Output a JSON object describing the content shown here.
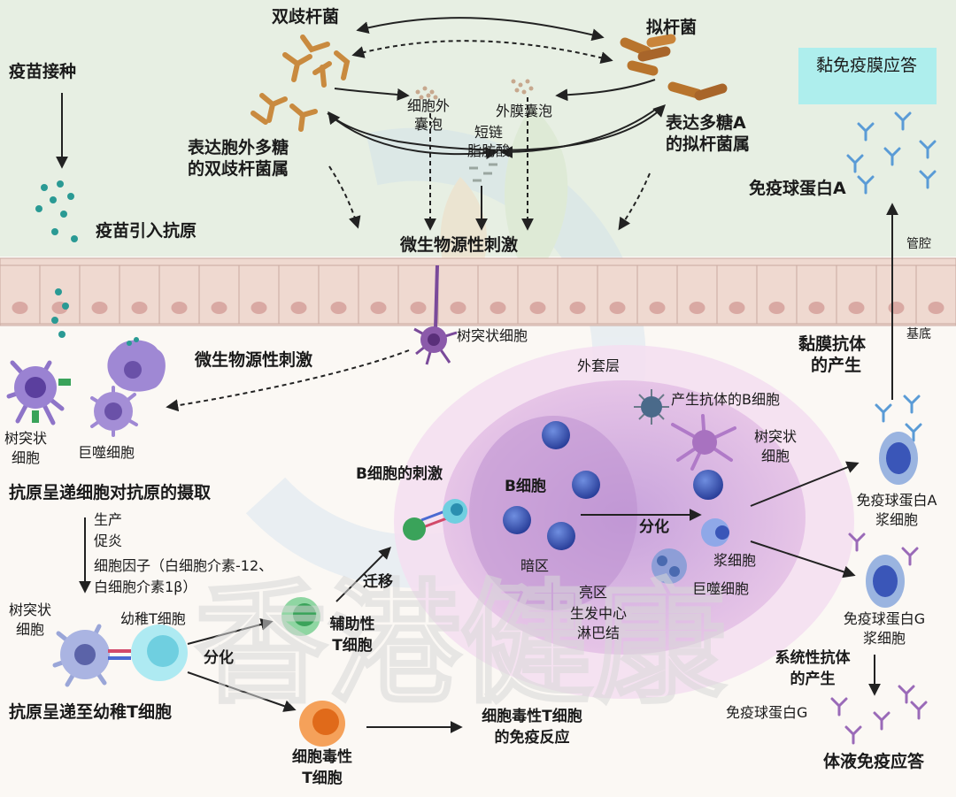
{
  "title_box": "黏免疫膜应答",
  "watermark": "香港健康",
  "labels": {
    "bifido": "双歧杆菌",
    "bacteroides": "拟杆菌",
    "vaccination": "疫苗接种",
    "vaccine_antigen": "疫苗引入抗原",
    "bifido_extra_1": "表达胞外多糖",
    "bifido_extra_2": "的双歧杆菌属",
    "ves_1": "细胞外",
    "ves_2": "囊泡",
    "omv": "外膜囊泡",
    "scfa_1": "短链",
    "scfa_2": "脂肪酸",
    "bact_a_1": "表达多糖A",
    "bact_a_2": "的拟杆菌属",
    "iga_top": "免疫球蛋白A",
    "lumen": "管腔",
    "microbial_top": "微生物源性刺激",
    "dendritic_center": "树突状细胞",
    "basal": "基底",
    "mucosal_ab_1": "黏膜抗体",
    "mucosal_ab_2": "的产生",
    "microbial_left": "微生物源性刺激",
    "mantle": "外套层",
    "ab_b_cell": "产生抗体的B细胞",
    "dc_left_1": "树突状",
    "dc_left_2": "细胞",
    "macrophage_left": "巨噬细胞",
    "dc_node_1": "树突状",
    "dc_node_2": "细胞",
    "apc_uptake": "抗原呈递细胞对抗原的摄取",
    "b_stim": "B细胞的刺激",
    "b_cell": "B细胞",
    "iga_plasma_1": "免疫球蛋白A",
    "iga_plasma_2": "浆细胞",
    "produce": "生产",
    "promote": "促炎",
    "cytokine_1": "细胞因子（白细胞介素-12、",
    "cytokine_2": "白细胞介素1β）",
    "differentiate_mid": "分化",
    "dark_zone": "暗区",
    "plasma_cell": "浆细胞",
    "macrophage_node": "巨噬细胞",
    "igg_plasma_1": "免疫球蛋白G",
    "igg_plasma_2": "浆细胞",
    "migrate": "迁移",
    "dc_bottom_1": "树突状",
    "dc_bottom_2": "细胞",
    "naive_t": "幼稚T细胞",
    "helper_t_1": "辅助性",
    "helper_t_2": "T细胞",
    "light_zone": "亮区",
    "germinal": "生发中心",
    "lymph_node": "淋巴结",
    "differentiate_left": "分化",
    "systemic_1": "系统性抗体",
    "systemic_2": "的产生",
    "igg": "免疫球蛋白G",
    "apc_to_t": "抗原呈递至幼稚T细胞",
    "ctl_resp_1": "细胞毒性T细胞",
    "ctl_resp_2": "的免疫反应",
    "ctl_1": "细胞毒性",
    "ctl_2": "T细胞",
    "humoral": "体液免疫应答"
  },
  "colors": {
    "top_bg": "#e6efe2",
    "epithelium": "#efd9d0",
    "nucleus": "#d9a9a3",
    "lymph_outer": "#f1dcef",
    "lymph_inner": "#c9a2d6",
    "b_cell": "#3a56b8",
    "helper_t": "#59c07a",
    "ctl": "#f08a3a",
    "naive_t": "#9fe3ef",
    "bacteroides": "#b8742d",
    "bifido": "#c98a3f",
    "antibody_a": "#5a9bd6",
    "antibody_g": "#9a6ab8",
    "label_box": "#aeeeed"
  }
}
